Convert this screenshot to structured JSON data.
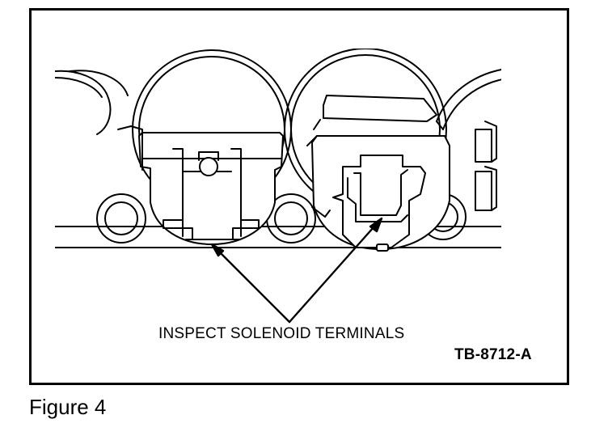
{
  "figure": {
    "callout": "INSPECT SOLENOID TERMINALS",
    "reference_code": "TB-8712-A",
    "caption": "Figure 4"
  }
}
